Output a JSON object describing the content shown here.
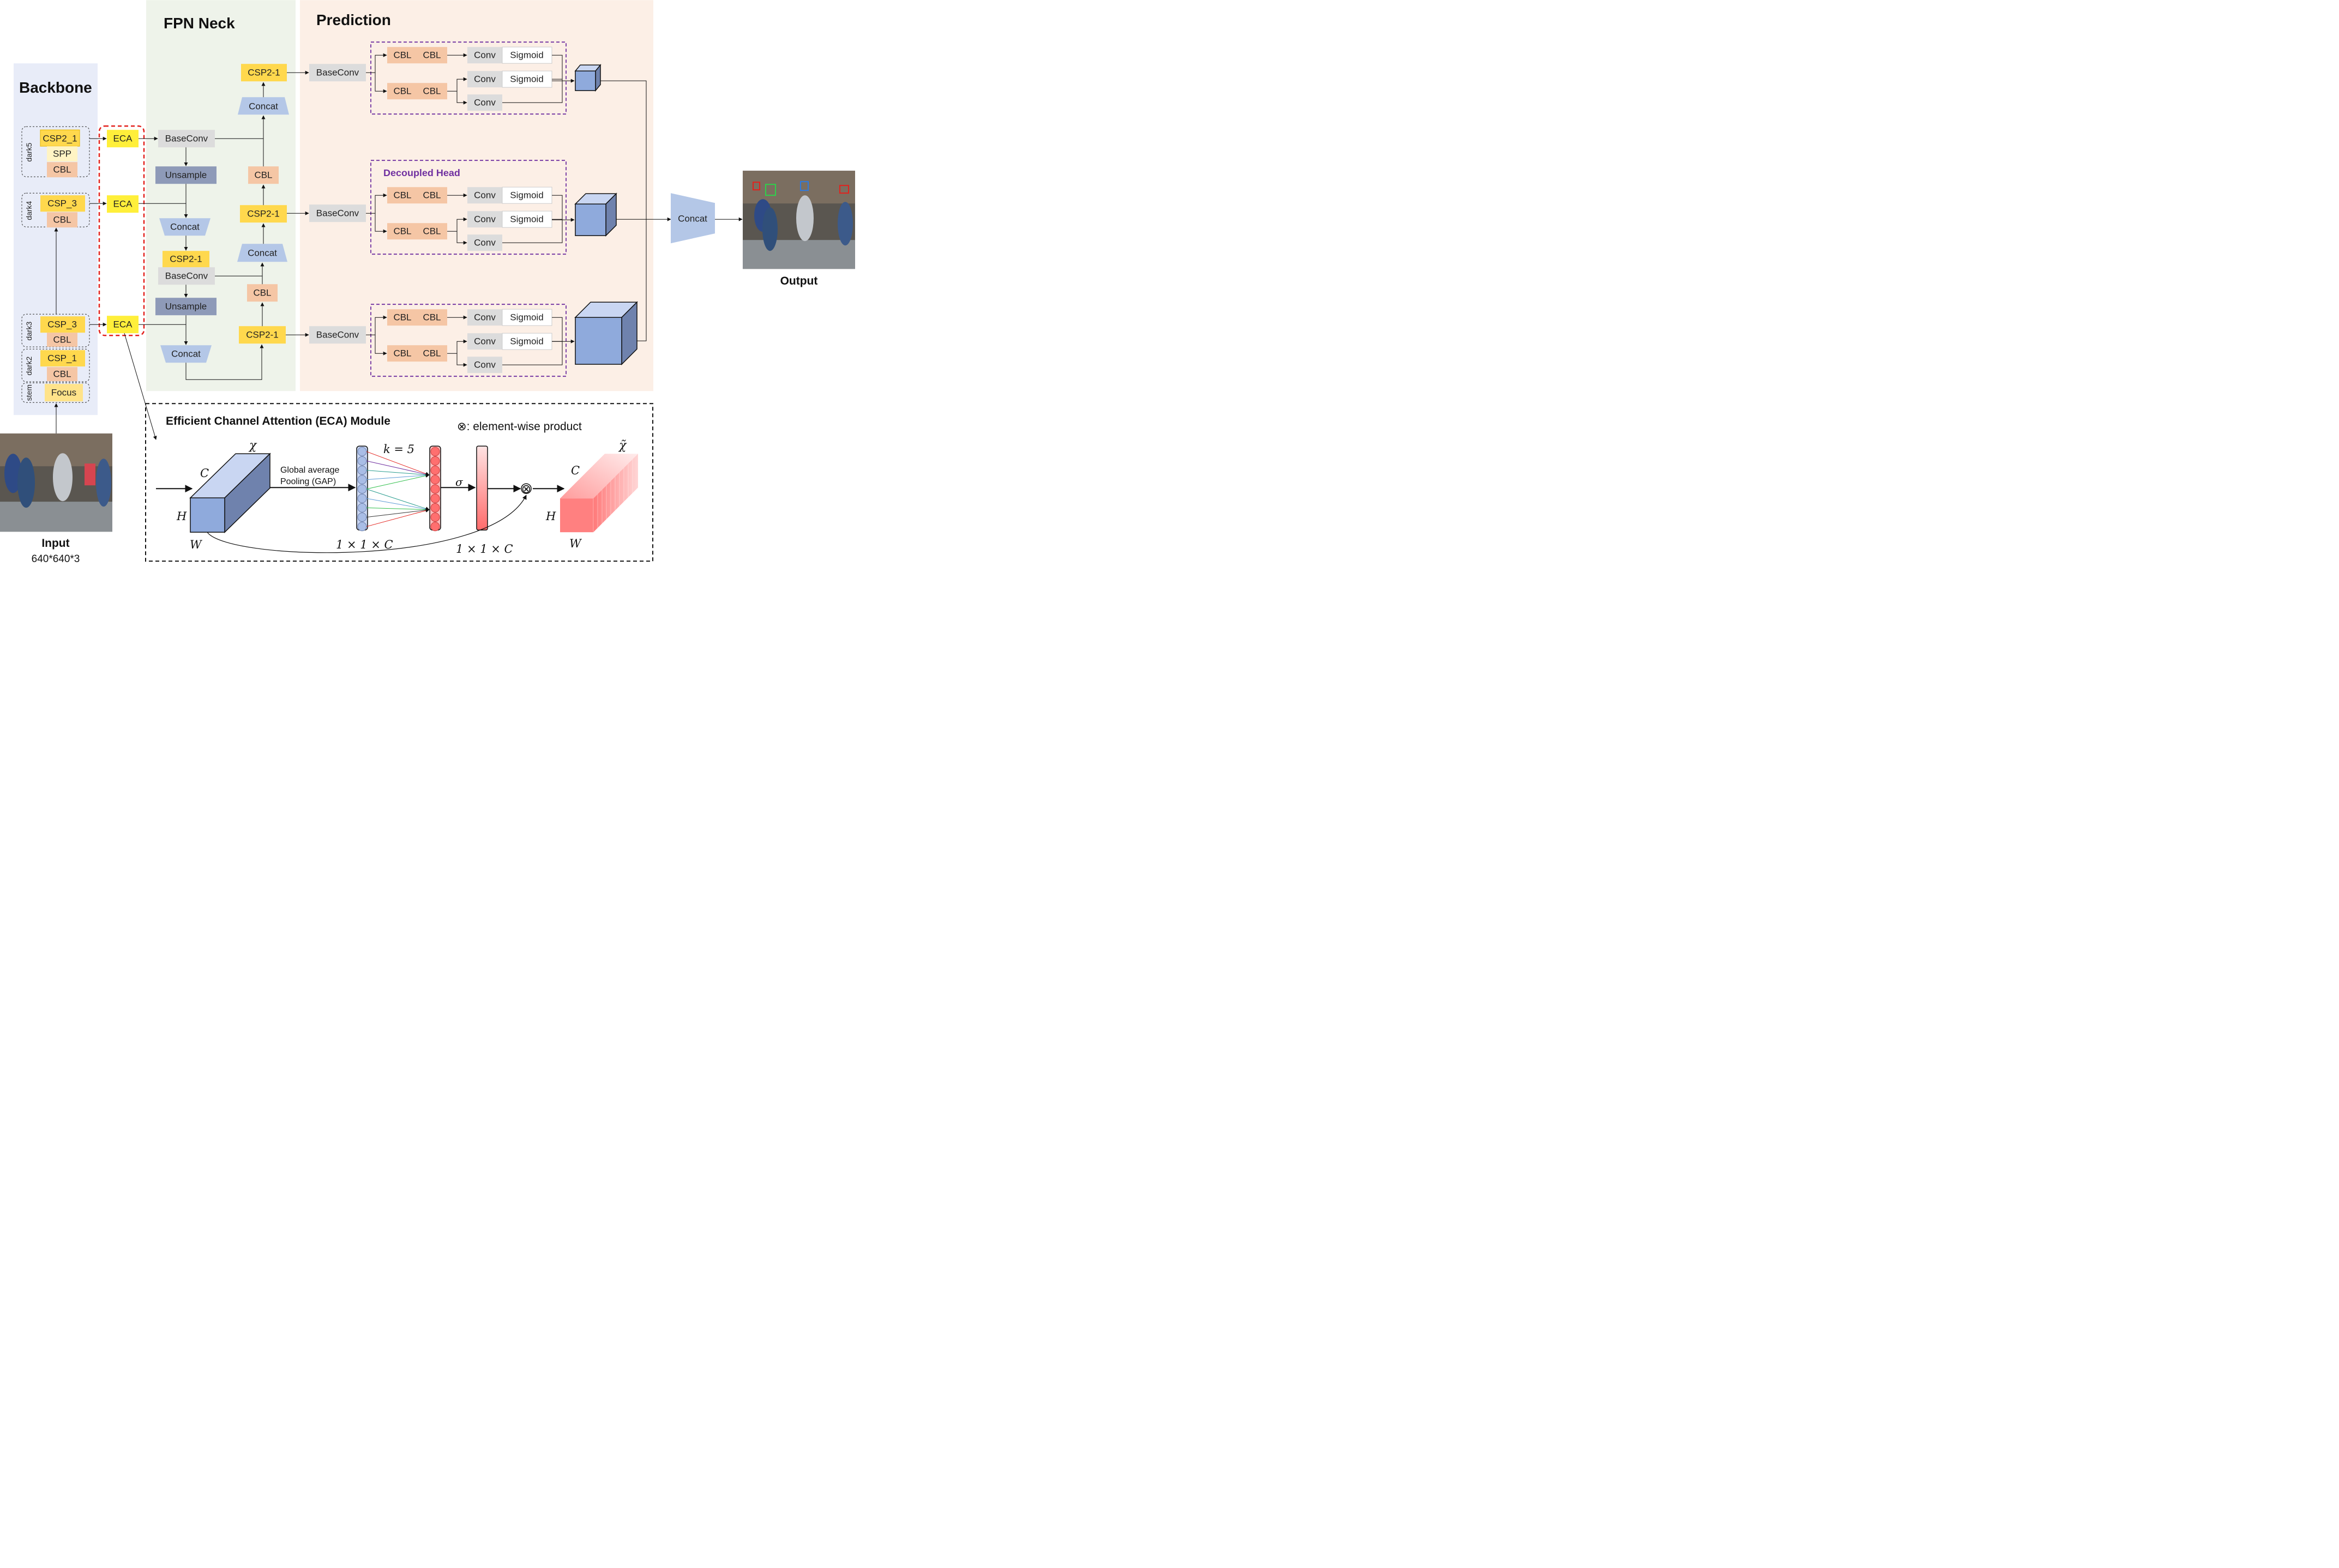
{
  "sections": {
    "backbone": "Backbone",
    "neck": "FPN Neck",
    "prediction": "Prediction"
  },
  "backbone": {
    "stages": [
      "dark5",
      "dark4",
      "dark3",
      "dark2",
      "stem"
    ],
    "dark5_blocks": [
      "CSP2_1",
      "SPP",
      "CBL"
    ],
    "dark4_blocks": [
      "CSP_3",
      "CBL"
    ],
    "dark3_blocks": [
      "CSP_3",
      "CBL"
    ],
    "dark2_blocks": [
      "CSP_1",
      "CBL"
    ],
    "stem_blocks": [
      "Focus"
    ]
  },
  "eca_label": "ECA",
  "neck": {
    "baseconv": "BaseConv",
    "unsample": "Unsample",
    "concat": "Concat",
    "csp": "CSP2-1",
    "cbl": "CBL"
  },
  "head": {
    "baseconv": "BaseConv",
    "cbl": "CBL",
    "conv": "Conv",
    "sigmoid": "Sigmoid",
    "decoupled_label": "Decoupled Head",
    "concat": "Concat"
  },
  "input": {
    "title": "Input",
    "size": "640*640*3"
  },
  "output": {
    "title": "Output"
  },
  "eca_module": {
    "title": "Efficient Channel Attention (ECA) Module",
    "legend": "⊗: element-wise product",
    "chi": "χ",
    "chi_tilde": "χ̃",
    "c": "C",
    "h": "H",
    "w": "W",
    "gap_line1": "Global average",
    "gap_line2": "Pooling (GAP)",
    "k": "k = 5",
    "sigma": "σ",
    "otimes": "⊗",
    "dim1": "1 × 1 × C",
    "dim2": "1 × 1 × C"
  },
  "colors": {
    "backbone_bg": "#e8ecf8",
    "neck_bg": "#eef3ea",
    "pred_bg": "#fcefe6",
    "yellow": "#ffd84d",
    "orange": "#f5c6a5",
    "gray": "#dcdcdc",
    "blue_slate": "#8e9ab8",
    "concat_blue": "#b4c7e7",
    "purple": "#7030a0",
    "red": "#e3211c"
  }
}
